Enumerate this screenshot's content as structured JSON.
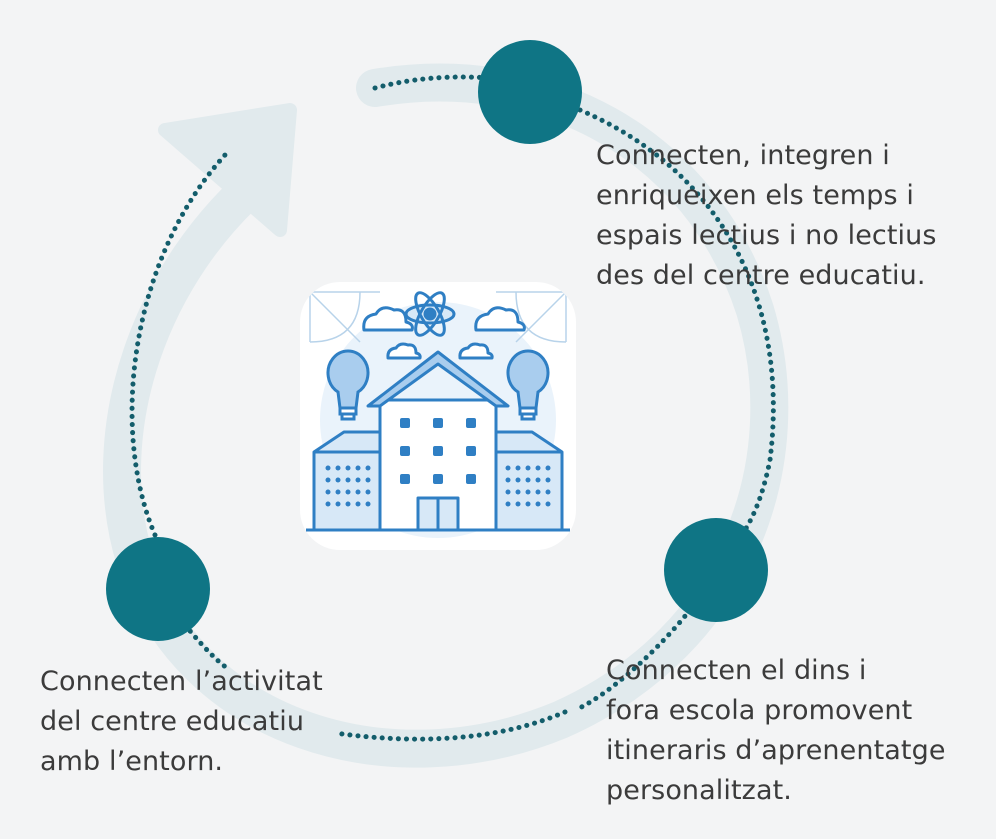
{
  "colors": {
    "background": "#f3f4f5",
    "ring": "#e1eaed",
    "node": "#0f7585",
    "dots": "#135d6b",
    "text": "#3b3b3b",
    "icon_line": "#2f7fc4",
    "icon_fill_light": "#d7e8f7",
    "icon_fill_mid": "#a9cdee"
  },
  "steps": [
    {
      "id": "top",
      "lines": [
        "Connecten, integren i",
        "enriqueixen els temps i",
        "espais lectius i no lectius",
        "des del centre educatiu."
      ]
    },
    {
      "id": "right",
      "lines": [
        "Connecten el dins i",
        "fora escola promovent",
        "itineraris d’aprenentatge",
        "personalitzat."
      ]
    },
    {
      "id": "left",
      "lines": [
        "Connecten l’activitat",
        "del centre educatiu",
        "amb l’entorn."
      ]
    }
  ],
  "center_icon": {
    "name": "school-building-icon",
    "elements": [
      "atom-icon",
      "cloud-icon",
      "lightbulb-icon",
      "building-icon"
    ]
  }
}
